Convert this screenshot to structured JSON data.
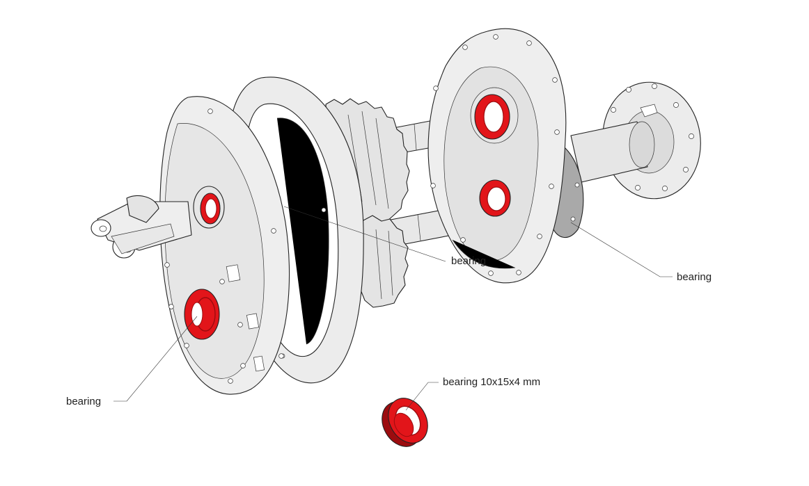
{
  "labels": {
    "bearing_left": "bearing",
    "bearing_center": "bearing",
    "bearing_right": "bearing",
    "bearing_spec": "bearing 10x15x4 mm"
  },
  "colors": {
    "background": "#ffffff",
    "part_fill": "#ececec",
    "part_shade": "#d4d4d4",
    "part_dark": "#a9a9a9",
    "outline": "#222222",
    "bearing_red": "#e2151a",
    "bearing_dark_red": "#9c0c0f"
  }
}
